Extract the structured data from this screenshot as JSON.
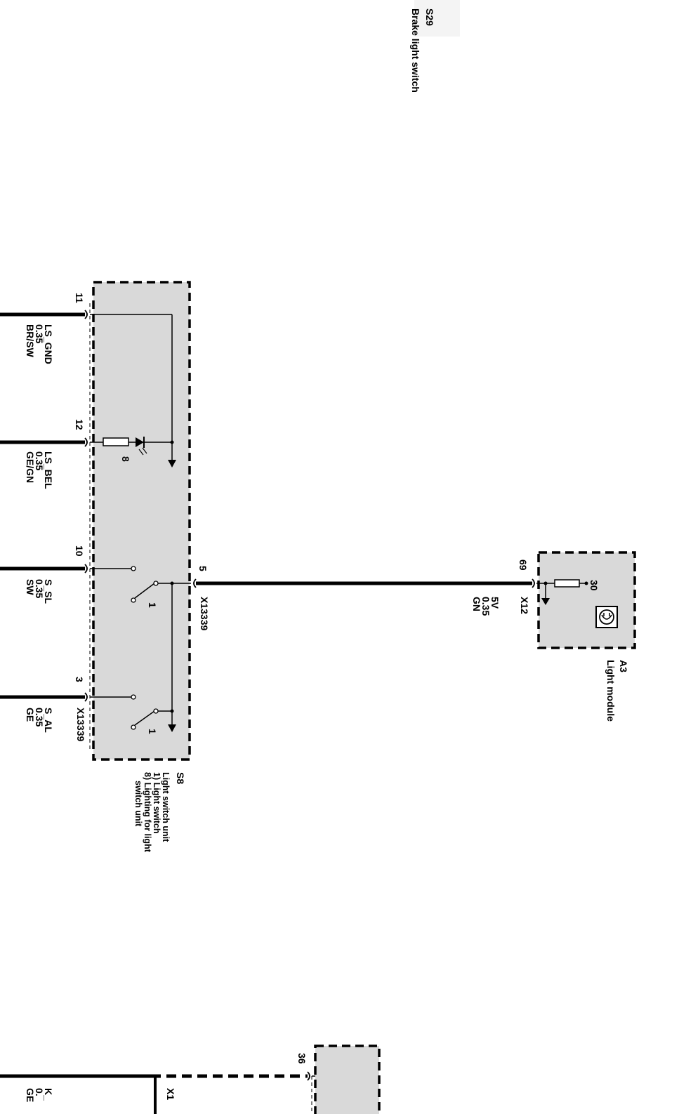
{
  "brake_switch": {
    "id": "S29",
    "name": "Brake light switch"
  },
  "switch_unit": {
    "id": "S8",
    "title": "Light switch unit",
    "note1": "1) Light switch",
    "note2": "8) Lighting for light",
    "note2b": "switch unit",
    "connector_top": "X13339",
    "connector_bottom": "X13339",
    "switch_marker_1": "1",
    "switch_marker_2": "1",
    "led_marker": "8"
  },
  "pins": [
    {
      "pin": "11",
      "signal": "LS_GND",
      "gauge": "0.35",
      "color": "BR/SW"
    },
    {
      "pin": "12",
      "signal": "LS_BEL",
      "gauge": "0.35",
      "color": "GE/GN"
    },
    {
      "pin": "10",
      "signal": "S_SL",
      "gauge": "0.35",
      "color": "SW"
    },
    {
      "pin": "3",
      "signal": "S_AL",
      "gauge": "0.35",
      "color": "GE"
    },
    {
      "pin": "5"
    }
  ],
  "light_module": {
    "id": "A3",
    "name": "Light module",
    "pin": "69",
    "connector": "X12",
    "terminal": "30",
    "wire_signal": "5V",
    "wire_gauge": "0.35",
    "wire_color": "GN"
  },
  "bottom_partial": {
    "pin": "36",
    "connector_fragment": "X1",
    "signal_fragment": "K_",
    "gauge_fragment": "0.",
    "color_fragment": "GE"
  },
  "colors": {
    "line": "#000000",
    "box_fill": "#d9d9d9",
    "box_border": "#000000"
  }
}
